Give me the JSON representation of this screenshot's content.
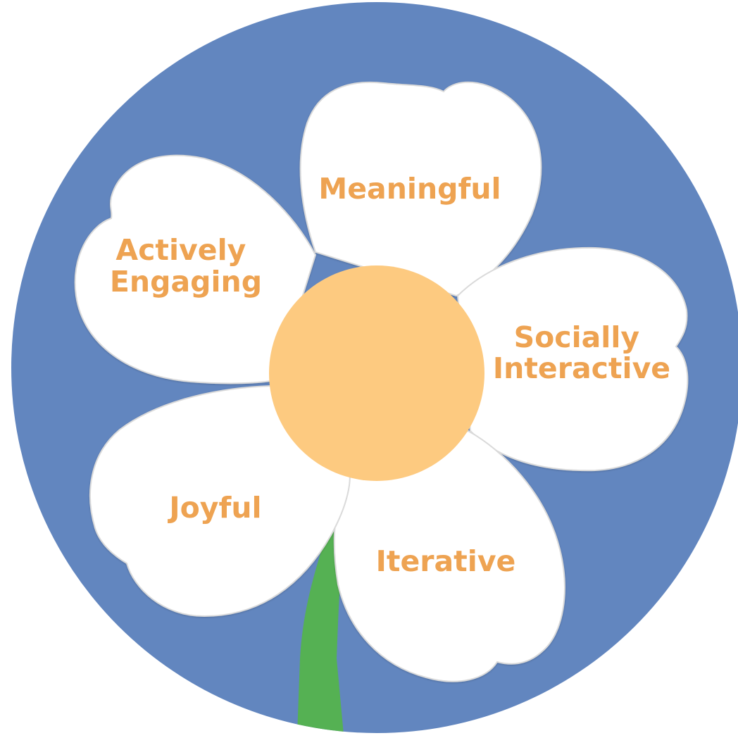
{
  "diagram": {
    "petals": [
      {
        "id": "meaningful",
        "lines": [
          "Meaningful"
        ]
      },
      {
        "id": "socially-interactive",
        "lines": [
          "Socially",
          "Interactive"
        ]
      },
      {
        "id": "iterative",
        "lines": [
          "Iterative"
        ]
      },
      {
        "id": "joyful",
        "lines": [
          "Joyful"
        ]
      },
      {
        "id": "actively-engaging",
        "lines": [
          "Actively",
          "Engaging"
        ]
      }
    ],
    "colors": {
      "background_circle": "#6286BF",
      "petal_fill": "#FFFFFF",
      "petal_outline": "#DADADA",
      "center": "#FDCA80",
      "stem": "#55B153",
      "label_text": "#EEA352"
    }
  }
}
